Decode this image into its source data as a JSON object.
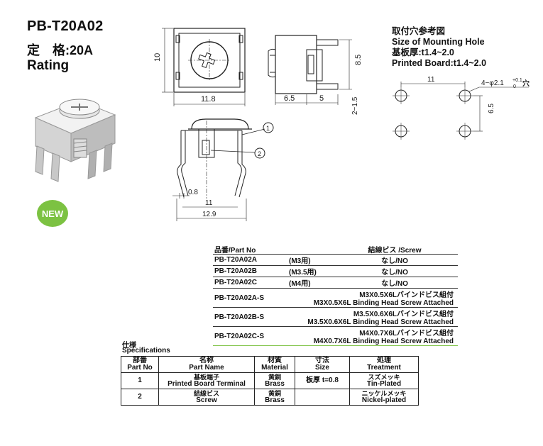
{
  "title": "PB-T20A02",
  "rating_jp": "定　格:20A",
  "rating_en": "Rating",
  "badge": "NEW",
  "mounting": {
    "line1": "取付穴参考図",
    "line2": "Size of Mounting Hole",
    "line3": "基板厚:t1.4~2.0",
    "line4": "Printed Board:t1.4~2.0",
    "dim_11": "11",
    "dim_65": "6.5",
    "hole_spec": "4−φ2.1",
    "tol_plus": "+0.1",
    "tol_minus": "0",
    "hole_suffix": "穴"
  },
  "front_view": {
    "dim_10": "10",
    "dim_118": "11.8"
  },
  "side_view": {
    "dim_85": "8.5",
    "dim_65": "6.5",
    "dim_5": "5",
    "dim_215": "2−1.5"
  },
  "section_view": {
    "dim_08": "0.8",
    "dim_11": "11",
    "dim_129": "12.9",
    "callout_1": "1",
    "callout_2": "2"
  },
  "part_table": {
    "header_part": "品番/Part No",
    "header_screw": "結線ビス /Screw",
    "rows": [
      {
        "part": "PB-T20A02A",
        "size": "(M3用)",
        "screw_jp": "なし/NO"
      },
      {
        "part": "PB-T20A02B",
        "size": "(M3.5用)",
        "screw_jp": "なし/NO"
      },
      {
        "part": "PB-T20A02C",
        "size": "(M4用)",
        "screw_jp": "なし/NO"
      },
      {
        "part": "PB-T20A02A-S",
        "screw_jp": "M3X0.5X6Lバインドビス組付",
        "screw_en": "M3X0.5X6L Binding Head Screw Attached"
      },
      {
        "part": "PB-T20A02B-S",
        "screw_jp": "M3.5X0.6X6Lバインドビス組付",
        "screw_en": "M3.5X0.6X6L Binding Head Screw Attached"
      },
      {
        "part": "PB-T20A02C-S",
        "screw_jp": "M4X0.7X6Lバインドビス組付",
        "screw_en": "M4X0.7X6L Binding Head Screw Attached"
      }
    ]
  },
  "specs": {
    "title_jp": "仕様",
    "title_en": "Specifications",
    "headers": [
      {
        "jp": "部番",
        "en": "Part No"
      },
      {
        "jp": "名称",
        "en": "Part Name"
      },
      {
        "jp": "材質",
        "en": "Material"
      },
      {
        "jp": "寸法",
        "en": "Size"
      },
      {
        "jp": "処理",
        "en": "Treatment"
      }
    ],
    "rows": [
      {
        "no": "1",
        "name_jp": "基板端子",
        "name_en": "Printed Board Terminal",
        "mat_jp": "黄銅",
        "mat_en": "Brass",
        "size": "板厚 t=0.8",
        "treat_jp": "スズメッキ",
        "treat_en": "Tin-Plated"
      },
      {
        "no": "2",
        "name_jp": "結線ビス",
        "name_en": "Screw",
        "mat_jp": "黄銅",
        "mat_en": "Brass",
        "size": "",
        "treat_jp": "ニッケルメッキ",
        "treat_en": "Nickel-plated"
      }
    ]
  }
}
